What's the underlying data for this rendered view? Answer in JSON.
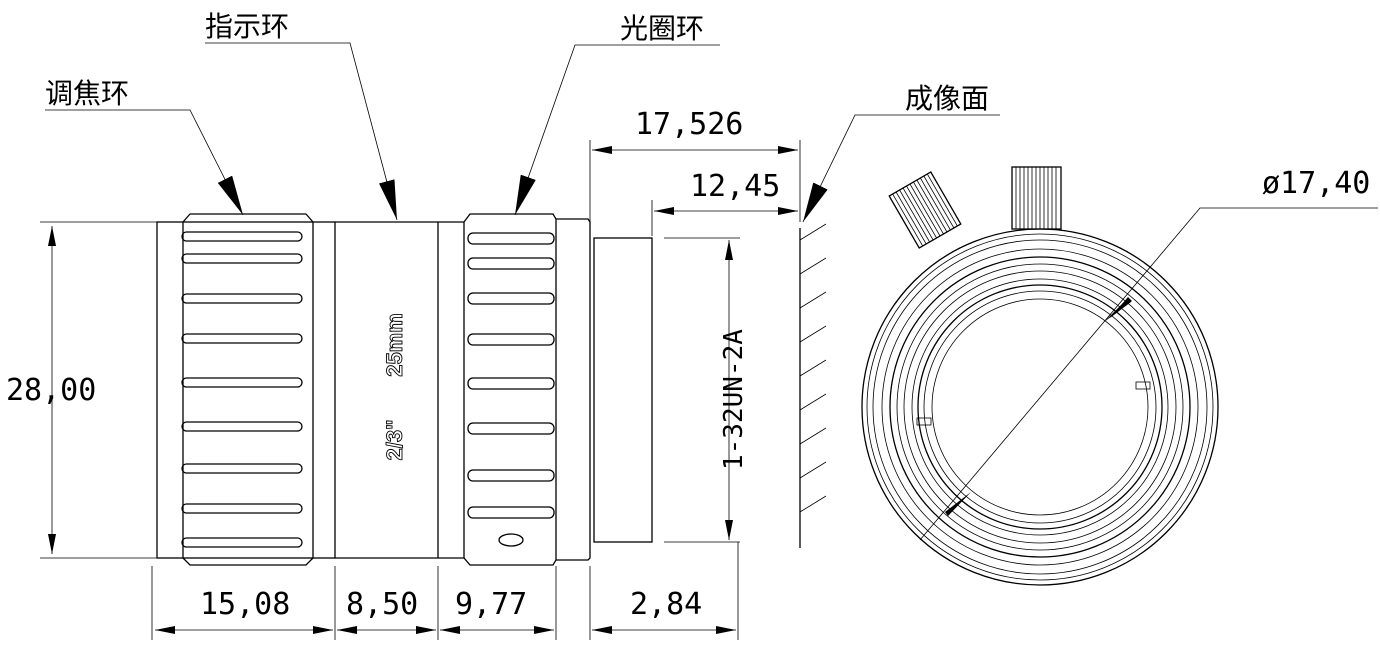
{
  "labels": {
    "focus_ring": "调焦环",
    "indicator_ring": "指示环",
    "iris_ring": "光圈环",
    "image_plane": "成像面"
  },
  "lens_marking": {
    "format": "2/3\"",
    "focal_length": "25mm"
  },
  "dimensions": {
    "height": "28,00",
    "flange_total": "17,526",
    "flange_back": "12,45",
    "diameter": "ø17,40",
    "thread": "1-32UN-2A",
    "focus_ring_len": "15,08",
    "indicator_len": "8,50",
    "iris_len": "9,77",
    "mount_len": "2,84"
  }
}
